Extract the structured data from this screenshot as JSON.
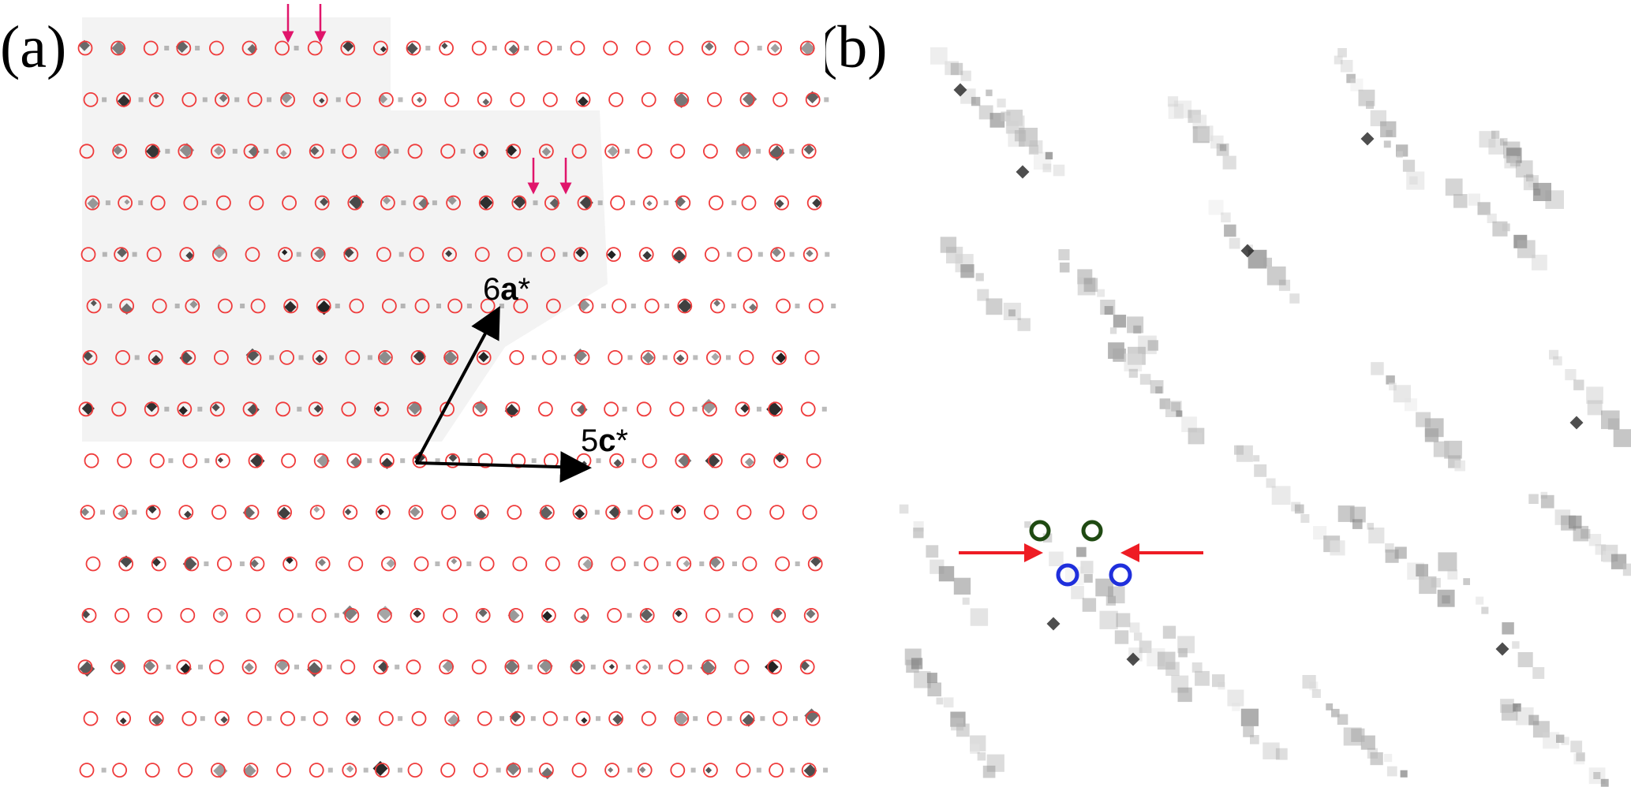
{
  "figure": {
    "panels": [
      {
        "label": "(a)"
      },
      {
        "label": "(b)"
      }
    ],
    "vectors": [
      {
        "prefix": "6",
        "bold": "a",
        "suffix": "*"
      },
      {
        "prefix": "5",
        "bold": "c",
        "suffix": "*"
      }
    ]
  },
  "colors": {
    "lattice_circle": "#ef3b3b",
    "pink_arrow": "#e0156b",
    "red_arrow": "#ee1c24",
    "green_circle": "#1f4a12",
    "blue_circle": "#1f2fdc",
    "vector_arrow": "#000000",
    "spot": "#141414",
    "background_haze": "#efefef"
  }
}
